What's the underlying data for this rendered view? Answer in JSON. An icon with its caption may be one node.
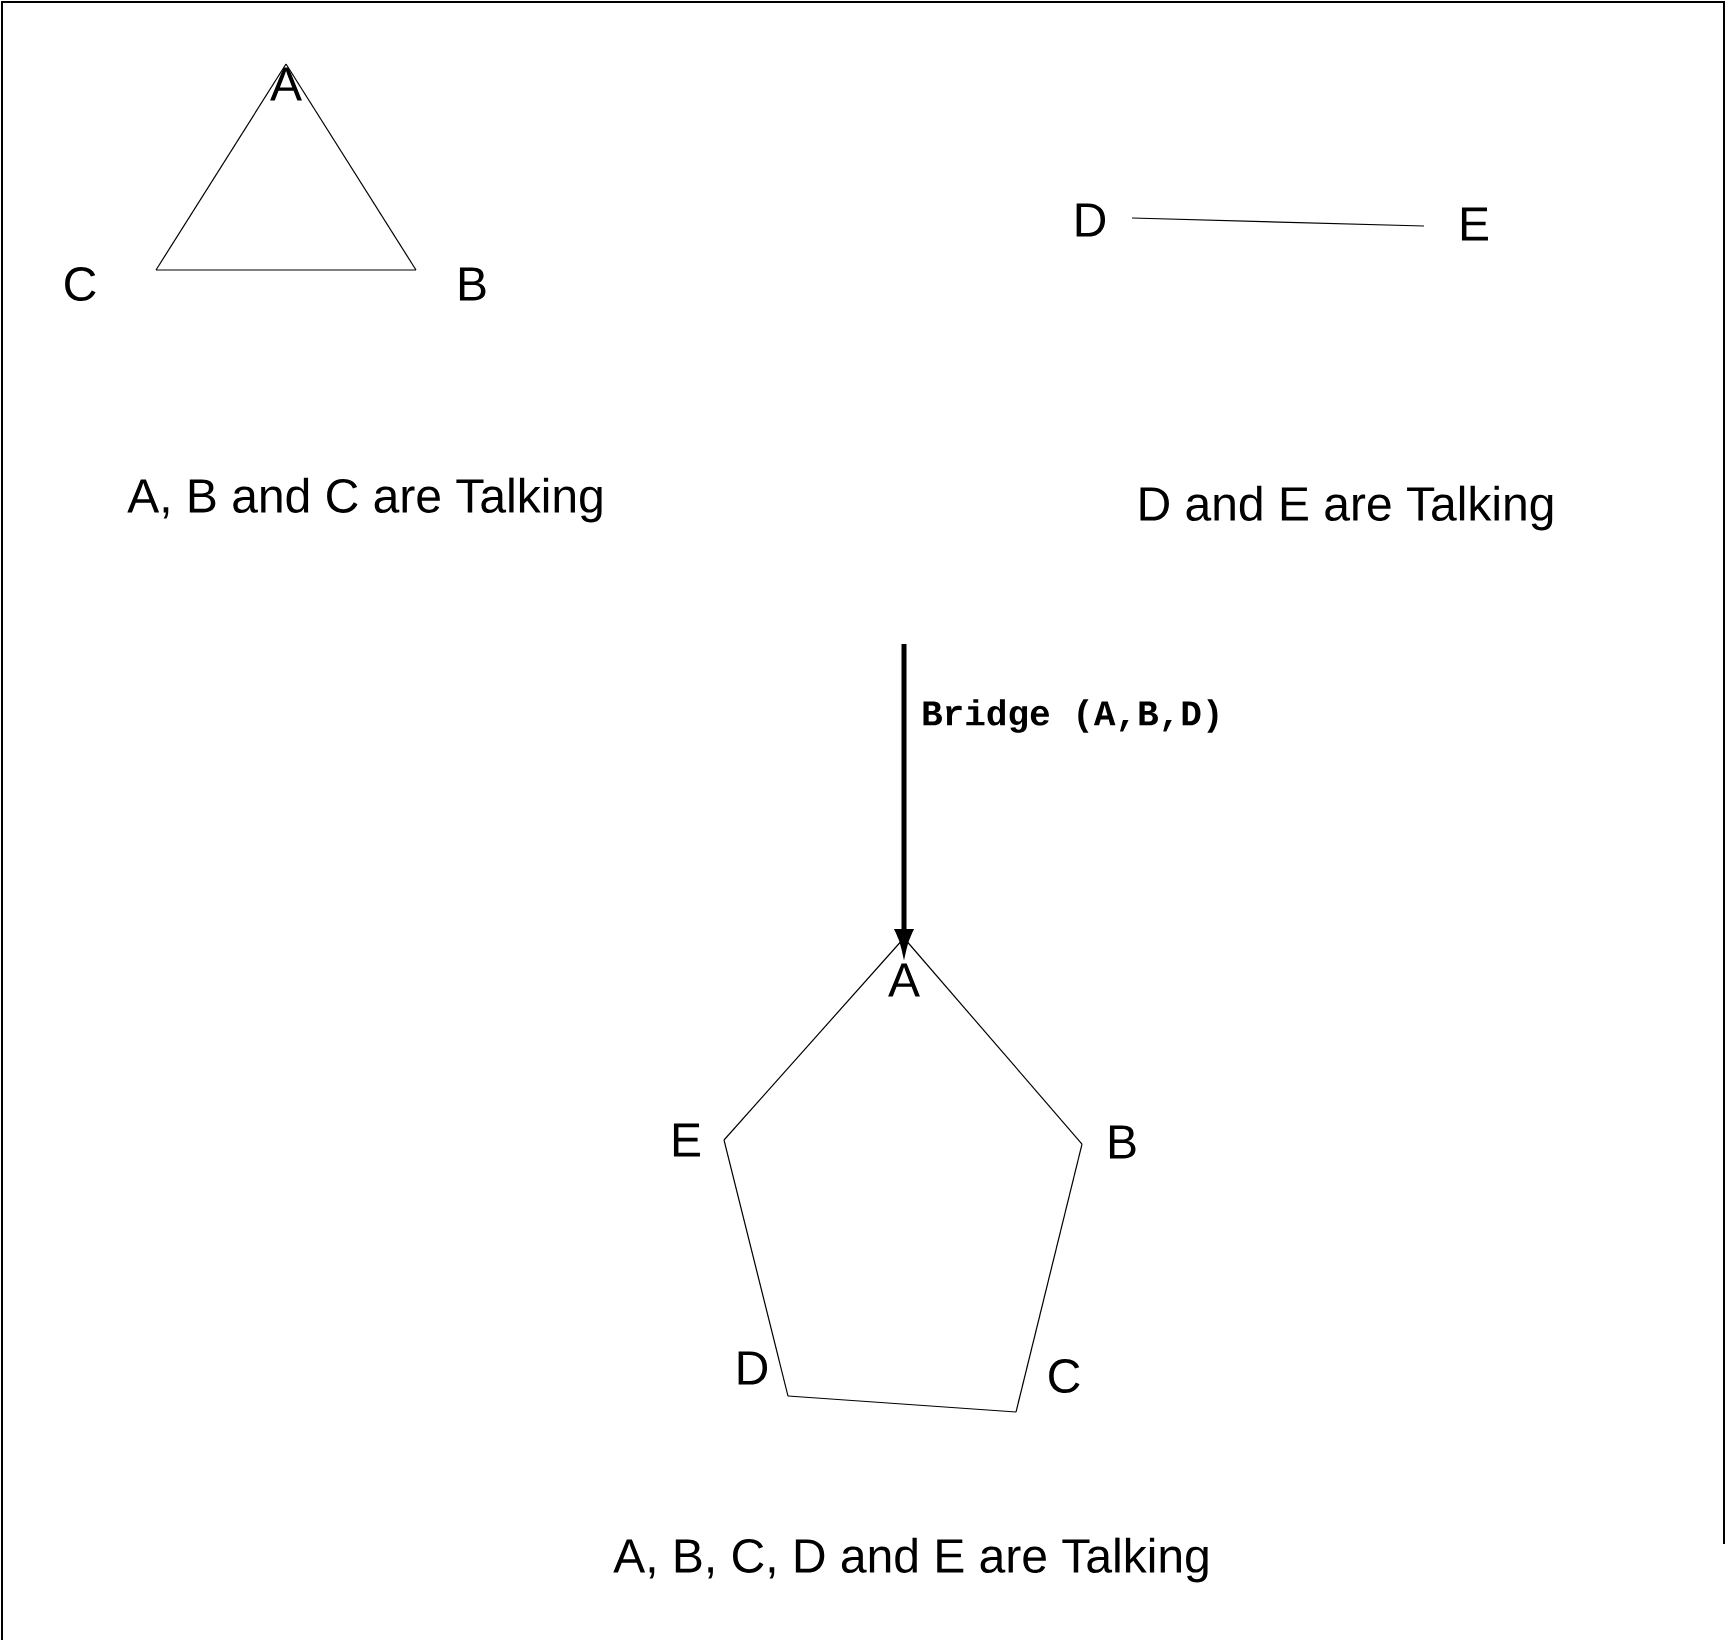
{
  "diagram": {
    "nodes": [
      {
        "text": [
          "A"
        ]
      },
      {
        "text": [
          "B"
        ]
      },
      {
        "text": [
          "C"
        ]
      },
      {
        "text": [
          "D"
        ]
      },
      {
        "text": [
          "E"
        ]
      },
      {
        "text": [
          "A"
        ]
      },
      {
        "text": [
          "B"
        ]
      },
      {
        "text": [
          "C"
        ]
      },
      {
        "text": [
          "D"
        ]
      },
      {
        "text": [
          "E"
        ]
      }
    ],
    "edges": [
      {
        "from": 0,
        "to": 1,
        "arrow": "none"
      },
      {
        "from": 1,
        "to": 2,
        "arrow": "none"
      },
      {
        "from": 2,
        "to": 0,
        "arrow": "none"
      },
      {
        "from": 3,
        "to": 4,
        "arrow": "none"
      },
      {
        "from": null,
        "to": 5,
        "arrow": "to",
        "label": "Bridge (A,B,D)",
        "style": "thick"
      },
      {
        "from": 5,
        "to": 6,
        "arrow": "none"
      },
      {
        "from": 6,
        "to": 7,
        "arrow": "none"
      },
      {
        "from": 7,
        "to": 8,
        "arrow": "none"
      },
      {
        "from": 8,
        "to": 9,
        "arrow": "none"
      },
      {
        "from": 9,
        "to": 5,
        "arrow": "none"
      }
    ],
    "labels": [
      "A, B and C are Talking",
      "D and E are Talking",
      "A, B, C, D and E are Talking"
    ]
  }
}
